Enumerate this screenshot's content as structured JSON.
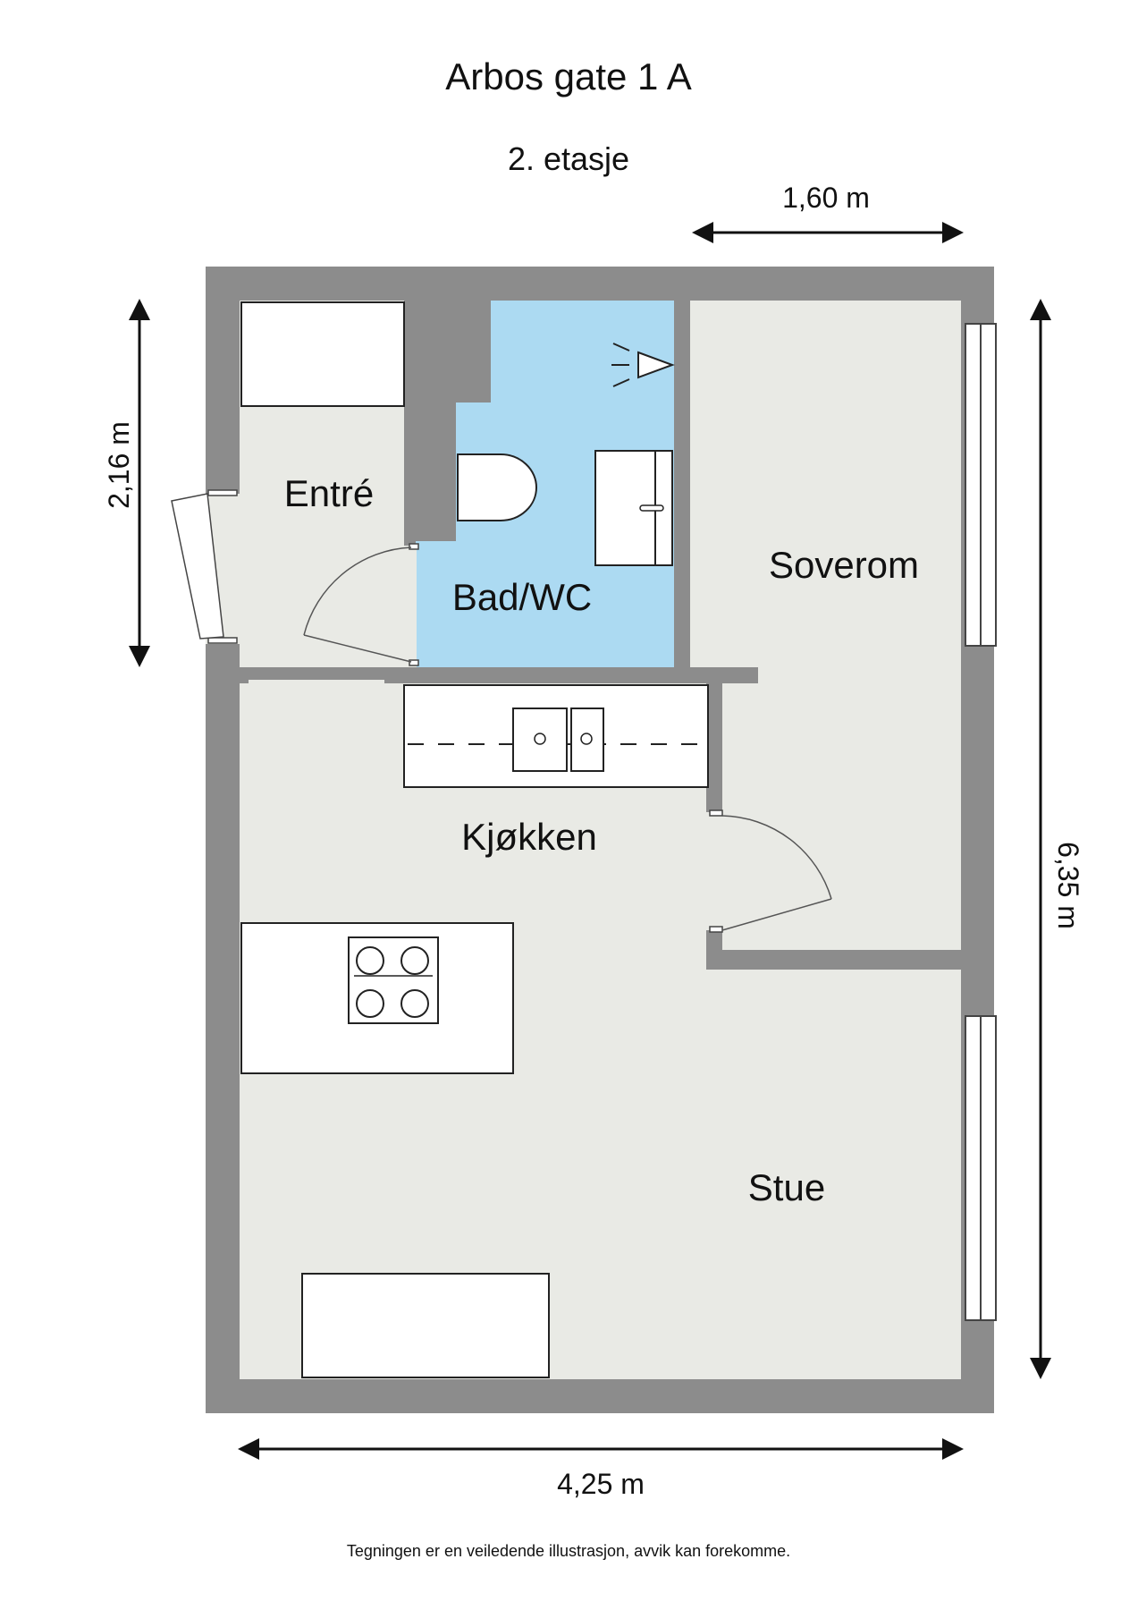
{
  "header": {
    "address": "Arbos gate 1 A",
    "floor": "2. etasje"
  },
  "rooms": {
    "entre": "Entré",
    "bad": "Bad/WC",
    "soverom": "Soverom",
    "kjokken": "Kjøkken",
    "stue": "Stue"
  },
  "dimensions": {
    "top": "1,60 m",
    "left": "2,16 m",
    "right": "6,35 m",
    "bottom": "4,25 m"
  },
  "footer": {
    "disclaimer": "Tegningen er en veiledende illustrasjon, avvik kan forekomme."
  },
  "colors": {
    "wall": "#8c8c8c",
    "floor": "#e9eae5",
    "bath": "#acdaf2",
    "furniture": "#ffffff"
  }
}
